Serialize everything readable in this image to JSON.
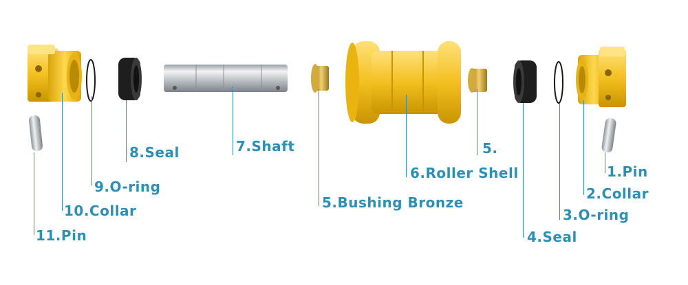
{
  "colors": {
    "label": "#2e8fb5",
    "leader": "#2e8fb5",
    "part_yellow": "#f3c020",
    "part_yellow_dark": "#c99400",
    "steel": "#bfc3c7",
    "seal_black": "#1e1e1e",
    "bronze": "#c9a23a",
    "background": "#ffffff"
  },
  "labels": {
    "pin_right": "1.Pin",
    "collar_right": "2.Collar",
    "oring_right": "3.O-ring",
    "seal_right": "4.Seal",
    "bushing_right": "5.",
    "bushing_left": "5.Bushing Bronze",
    "roller_shell": "6.Roller Shell",
    "shaft": "7.Shaft",
    "seal_left": "8.Seal",
    "oring_left": "9.O-ring",
    "collar_left": "10.Collar",
    "pin_left": "11.Pin"
  }
}
